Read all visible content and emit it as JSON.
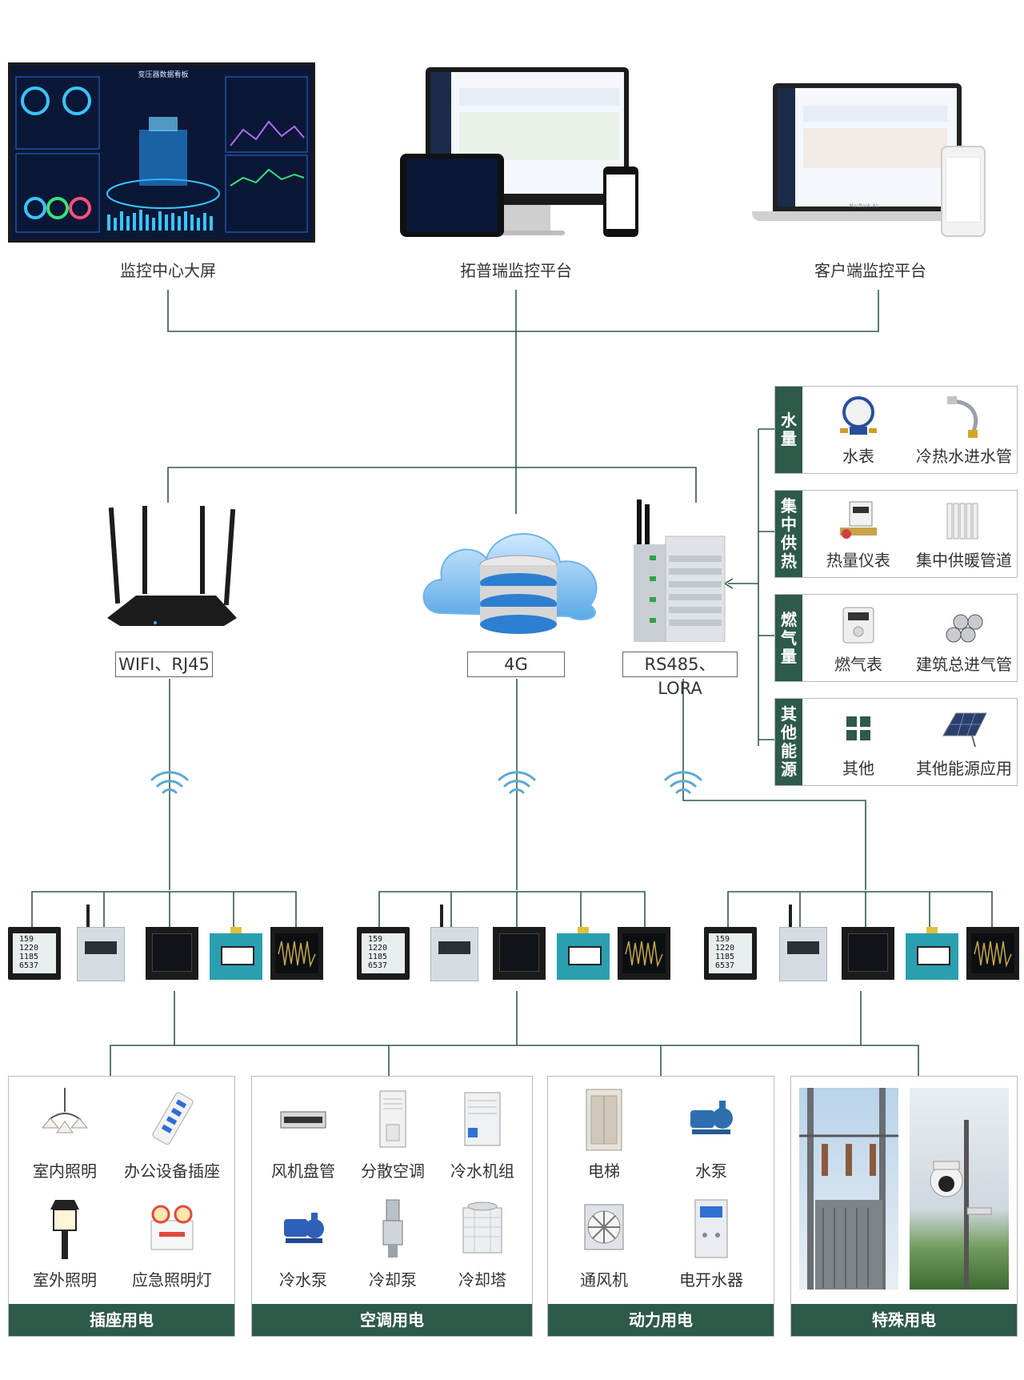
{
  "colors": {
    "accent": "#2e5a4a",
    "line": "#2e5a4a",
    "wifi": "#5aa9d6"
  },
  "top": {
    "screen_label": "监控中心大屏",
    "screen_title": "变压器数据看板",
    "topology_label": "拓普瑞监控平台",
    "client_label": "客户端监控平台",
    "laptop_brand": "MacBook Air"
  },
  "network": {
    "wifi": "WIFI、RJ45",
    "g4": "4G",
    "rs485": "RS485、LORA"
  },
  "right_panels": [
    {
      "side": "水量",
      "items": [
        "水表",
        "冷热水进水管"
      ]
    },
    {
      "side": "集中供热",
      "items": [
        "热量仪表",
        "集中供暖管道"
      ]
    },
    {
      "side": "燃气量",
      "items": [
        "燃气表",
        "建筑总进气管"
      ]
    },
    {
      "side": "其他能源",
      "items": [
        "其他",
        "其他能源应用"
      ]
    }
  ],
  "meter_readout": [
    "159",
    "1220",
    "1185",
    "6537"
  ],
  "bottom_panels": [
    {
      "footer": "插座用电",
      "items": [
        "室内照明",
        "办公设备插座",
        "室外照明",
        "应急照明灯"
      ]
    },
    {
      "footer": "空调用电",
      "items": [
        "风机盘管",
        "分散空调",
        "冷水机组",
        "冷水泵",
        "冷却泵",
        "冷却塔"
      ]
    },
    {
      "footer": "动力用电",
      "items": [
        "电梯",
        "水泵",
        "通风机",
        "电开水器"
      ]
    },
    {
      "footer": "特殊用电",
      "items": []
    }
  ]
}
